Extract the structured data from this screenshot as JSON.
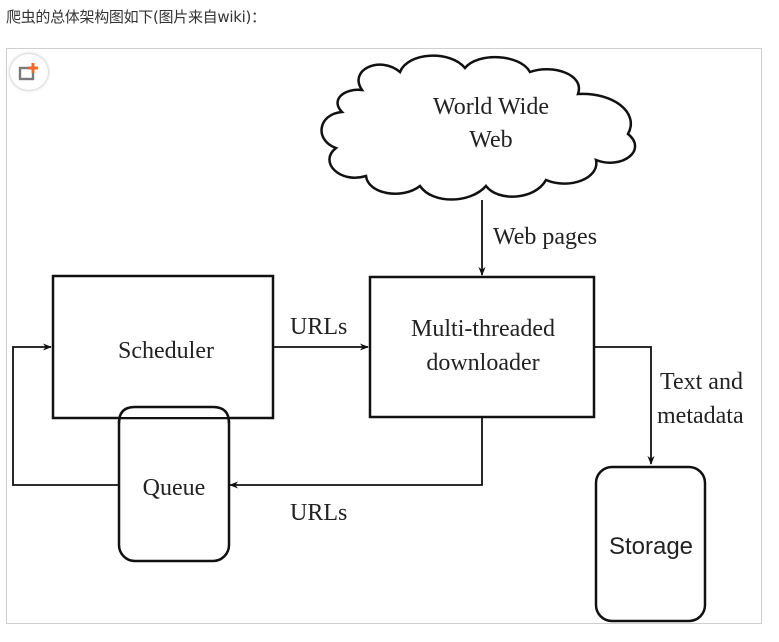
{
  "caption": "爬虫的总体架构图如下(图片来自wiki)：",
  "icons": {
    "copy_button": "add-to-collection-icon"
  },
  "colors": {
    "accent": "#f06a2a",
    "stroke": "#111111",
    "text": "#222222"
  },
  "diagram": {
    "cloud": {
      "line1": "World Wide",
      "line2": "Web"
    },
    "edge_web_pages": "Web pages",
    "scheduler": "Scheduler",
    "edge_urls_top": "URLs",
    "downloader": {
      "line1": "Multi-threaded",
      "line2": "downloader"
    },
    "edge_text": {
      "line1": "Text and",
      "line2": "metadata"
    },
    "queue": "Queue",
    "edge_urls_bottom": "URLs",
    "storage": "Storage"
  }
}
